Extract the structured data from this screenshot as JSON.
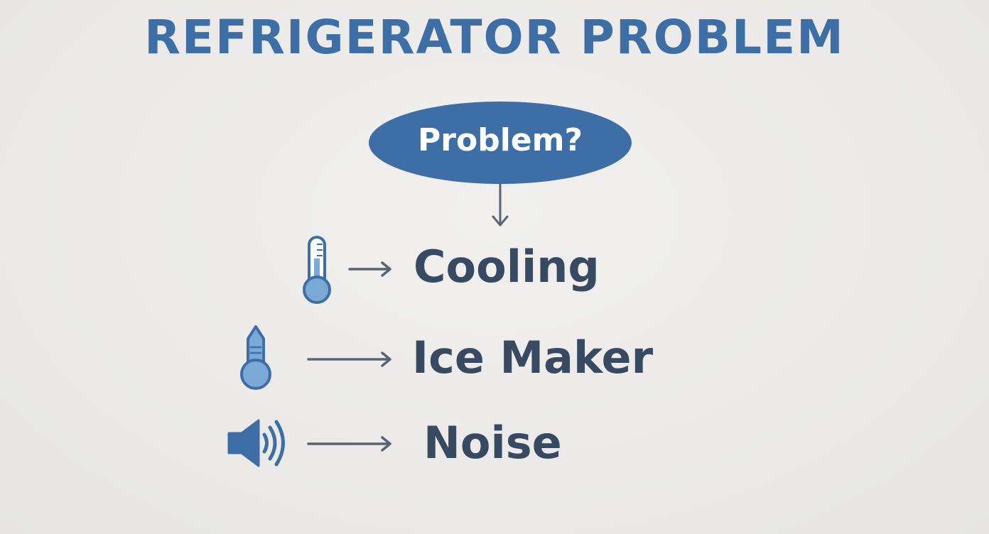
{
  "title": "REFRIGERATOR PROBLEM",
  "question": "Problem?",
  "items": [
    {
      "icon": "thermometer-icon",
      "label": "Cooling"
    },
    {
      "icon": "ice-maker-icon",
      "label": "Ice Maker"
    },
    {
      "icon": "speaker-icon",
      "label": "Noise"
    }
  ],
  "colors": {
    "accent": "#3d6ea6",
    "text": "#374a61",
    "arrow": "#5b6270",
    "icon_fill": "#7aa9d6",
    "background": "#ecebea"
  }
}
